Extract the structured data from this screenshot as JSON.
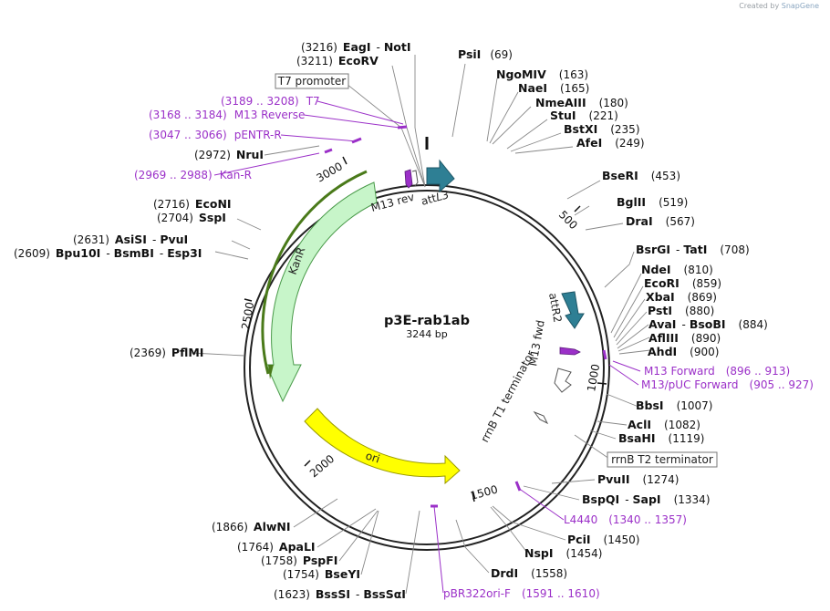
{
  "credit": {
    "created_by": "Created by",
    "brand": "SnapGene"
  },
  "plasmid": {
    "name": "p3E-rab1ab",
    "length": "3244 bp"
  },
  "colors": {
    "primer": "#9b30c8",
    "arrow_teal": "#2e7f94",
    "kanr_fill": "#c7f5c9",
    "ori_fill": "#ffff00"
  },
  "ticks": [
    "500",
    "1000",
    "1500",
    "2000",
    "2500",
    "3000"
  ],
  "sites": [
    {
      "name": "EagI",
      "name2": "NotI",
      "pos": "(3216)"
    },
    {
      "name": "EcoRV",
      "pos": "(3211)"
    },
    {
      "name": "PsiI",
      "pos": "(69)"
    },
    {
      "name": "NgoMIV",
      "pos": "(163)"
    },
    {
      "name": "NaeI",
      "pos": "(165)"
    },
    {
      "name": "NmeAIII",
      "pos": "(180)"
    },
    {
      "name": "StuI",
      "pos": "(221)"
    },
    {
      "name": "BstXI",
      "pos": "(235)"
    },
    {
      "name": "AfeI",
      "pos": "(249)"
    },
    {
      "name": "BseRI",
      "pos": "(453)"
    },
    {
      "name": "BglII",
      "pos": "(519)"
    },
    {
      "name": "DraI",
      "pos": "(567)"
    },
    {
      "name": "BsrGI",
      "name2": "TatI",
      "pos": "(708)"
    },
    {
      "name": "NdeI",
      "pos": "(810)"
    },
    {
      "name": "EcoRI",
      "pos": "(859)"
    },
    {
      "name": "XbaI",
      "pos": "(869)"
    },
    {
      "name": "PstI",
      "pos": "(880)"
    },
    {
      "name": "AvaI",
      "name2": "BsoBI",
      "pos": "(884)"
    },
    {
      "name": "AflIII",
      "pos": "(890)"
    },
    {
      "name": "AhdI",
      "pos": "(900)"
    },
    {
      "name": "BbsI",
      "pos": "(1007)"
    },
    {
      "name": "AclI",
      "pos": "(1082)"
    },
    {
      "name": "BsaHI",
      "pos": "(1119)"
    },
    {
      "name": "PvuII",
      "pos": "(1274)"
    },
    {
      "name": "BspQI",
      "name2": "SapI",
      "pos": "(1334)"
    },
    {
      "name": "PciI",
      "pos": "(1450)"
    },
    {
      "name": "NspI",
      "pos": "(1454)"
    },
    {
      "name": "DrdI",
      "pos": "(1558)"
    },
    {
      "name": "BssSI",
      "name2": "BssSαI",
      "pos": "(1623)"
    },
    {
      "name": "BseYI",
      "pos": "(1754)"
    },
    {
      "name": "PspFI",
      "pos": "(1758)"
    },
    {
      "name": "ApaLI",
      "pos": "(1764)"
    },
    {
      "name": "AlwNI",
      "pos": "(1866)"
    },
    {
      "name": "PflMI",
      "pos": "(2369)"
    },
    {
      "name": "Bpu10I",
      "name2": "BsmBI",
      "name3": "Esp3I",
      "pos": "(2609)"
    },
    {
      "name": "AsiSI",
      "name2": "PvuI",
      "pos": "(2631)"
    },
    {
      "name": "SspI",
      "pos": "(2704)"
    },
    {
      "name": "EcoNI",
      "pos": "(2716)"
    },
    {
      "name": "NruI",
      "pos": "(2972)"
    }
  ],
  "primers": [
    {
      "name": "T7",
      "range": "(3189 .. 3208)"
    },
    {
      "name": "M13 Reverse",
      "range": "(3168 .. 3184)"
    },
    {
      "name": "pENTR-R",
      "range": "(3047 .. 3066)"
    },
    {
      "name": "Kan-R",
      "range": "(2969 .. 2988)"
    },
    {
      "name": "M13 Forward",
      "range": "(896 .. 913)"
    },
    {
      "name": "M13/pUC Forward",
      "range": "(905 .. 927)"
    },
    {
      "name": "L4440",
      "range": "(1340 .. 1357)"
    },
    {
      "name": "pBR322ori-F",
      "range": "(1591 .. 1610)"
    }
  ],
  "boxed": [
    {
      "name": "T7 promoter"
    },
    {
      "name": "rrnB T2 terminator"
    }
  ],
  "features": {
    "m13rev": "M13 rev",
    "attl3_prefix": "att",
    "attl3_suffix": "L3",
    "kanr": "KanR",
    "attr2": "attR2",
    "m13fwd": "M13 fwd",
    "rrnb_t1": "rrnB T1 terminator",
    "ori": "ori"
  }
}
